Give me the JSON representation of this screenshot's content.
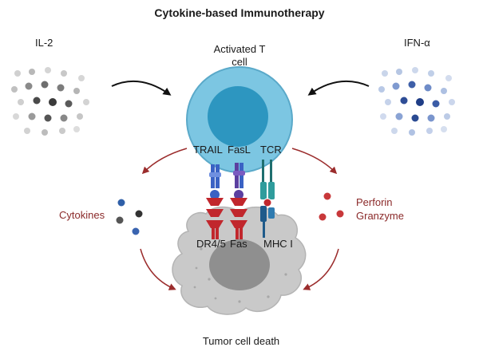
{
  "title": "Cytokine-based Immunotherapy",
  "labels": {
    "il2": "IL-2",
    "ifn": "IFN-α",
    "activated_t_line1": "Activated T",
    "activated_t_line2": "cell",
    "trail": "TRAIL",
    "fasl": "FasL",
    "tcr": "TCR",
    "cytokines": "Cytokines",
    "perforin": "Perforin",
    "granzyme": "Granzyme",
    "dr45": "DR4/5",
    "fas": "Fas",
    "mhc": "MHC I",
    "tumor_death": "Tumor cell death"
  },
  "colors": {
    "t_cell_outer": "#7cc6e2",
    "t_cell_nucleus": "#2d96c0",
    "tumor": "#c9c9c9",
    "tumor_nucleus": "#8f8f8f",
    "arrow_red": "#9b2c2c",
    "receptor_red": "#c1272d",
    "ligand_blue": "#3a62c4",
    "ligand_purple": "#5b3fa0",
    "tcr_teal": "#2f9c9c"
  }
}
